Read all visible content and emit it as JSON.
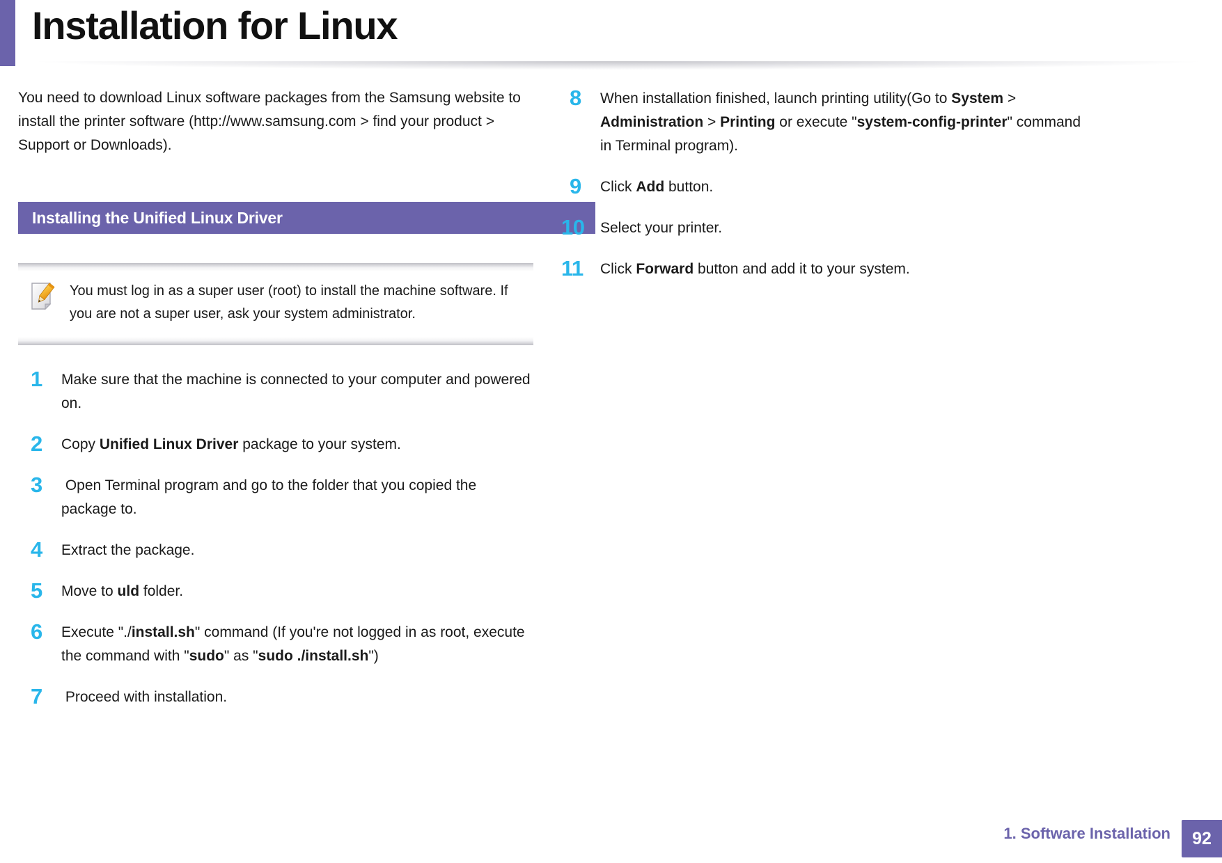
{
  "header": {
    "title": "Installation for Linux",
    "accent_color": "#6b63ab"
  },
  "intro": {
    "paragraph": "You need to download Linux software packages from the Samsung website to install the printer software (http://www.samsung.com > find your product > Support or Downloads)."
  },
  "section": {
    "title": "Installing the Unified Linux Driver",
    "band_color": "#6b63ab"
  },
  "note": {
    "icon": "note-pencil-icon",
    "text": "You must log in as a super user (root) to install the machine software. If you are not a super user, ask your system administrator."
  },
  "steps_left": [
    {
      "num": "1",
      "text_html": "Make sure that the machine is connected to your computer and powered on."
    },
    {
      "num": "2",
      "text_html": "Copy <b>Unified Linux Driver</b> package to your system."
    },
    {
      "num": "3",
      "text_html": "&nbsp;Open Terminal program and go to the folder that you copied the package to."
    },
    {
      "num": "4",
      "text_html": "Extract the package."
    },
    {
      "num": "5",
      "text_html": "Move to <b>uld</b> folder."
    },
    {
      "num": "6",
      "text_html": "Execute \"./<b>install.sh</b>\" command (If you're not logged in as root, execute the command with \"<b>sudo</b>\" as \"<b>sudo ./install.sh</b>\")"
    },
    {
      "num": "7",
      "text_html": "&nbsp;Proceed with installation."
    }
  ],
  "steps_right": [
    {
      "num": "8",
      "text_html": "When installation finished, launch printing utility(Go to <b>System</b> &gt; <b>Administration</b> &gt; <b>Printing</b> or execute \"<b>system-config-printer</b>\" command in Terminal program)."
    },
    {
      "num": "9",
      "text_html": "Click <b>Add</b> button."
    },
    {
      "num": "10",
      "text_html": "Select your printer."
    },
    {
      "num": "11",
      "text_html": "Click <b>Forward</b> button and add it to your system."
    }
  ],
  "footer": {
    "label": "1.  Software Installation",
    "page_number": "92",
    "accent_color": "#6b63ab"
  },
  "colors": {
    "step_number": "#29b6ea",
    "purple": "#6b63ab",
    "text": "#1a1a1a"
  }
}
